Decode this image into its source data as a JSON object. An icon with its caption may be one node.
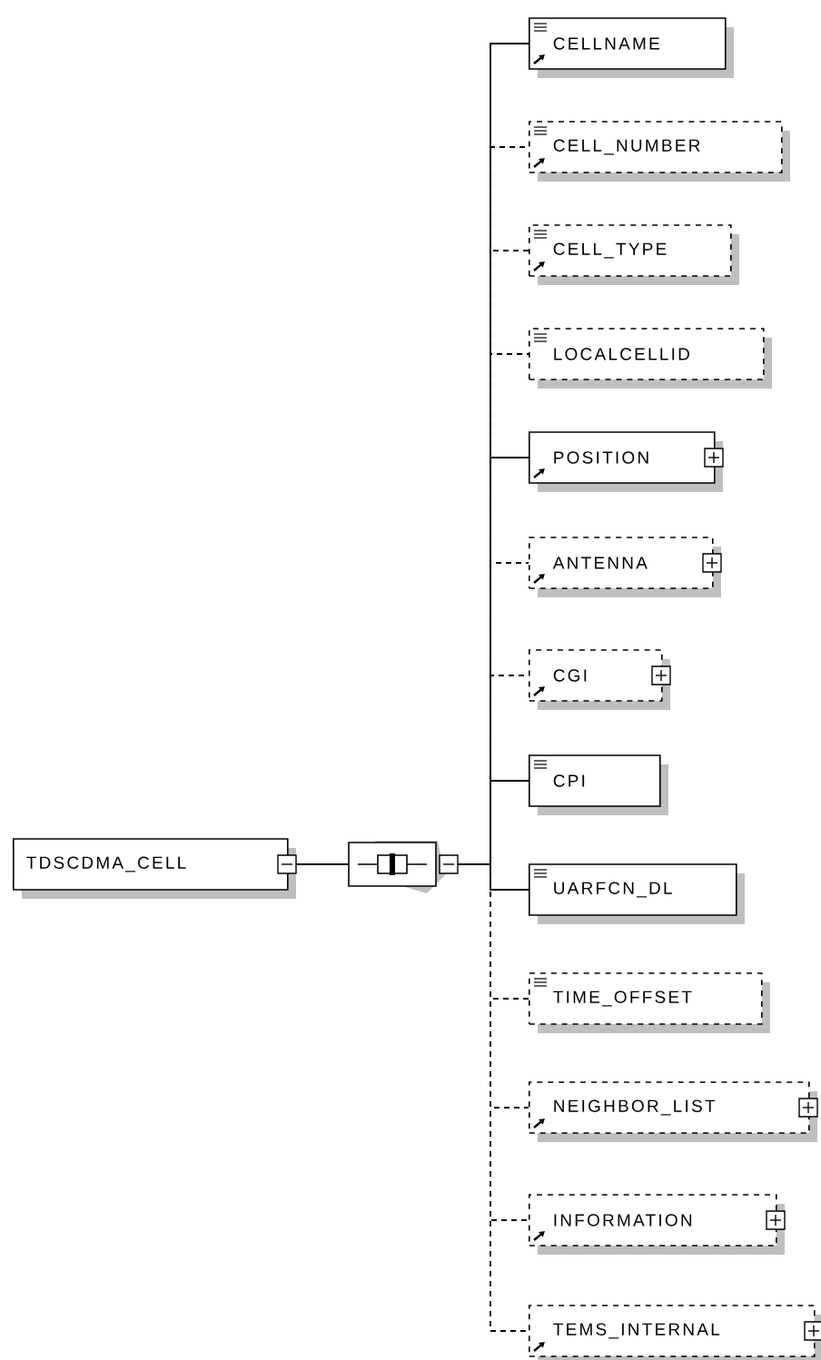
{
  "diagram": {
    "nodes": [
      {
        "text": [
          "TDSCDMA_CELL"
        ]
      },
      {
        "text": [],
        "shape": "octagon"
      },
      {
        "text": [
          "CELLNAME"
        ]
      },
      {
        "text": [
          "CELL_NUMBER"
        ]
      },
      {
        "text": [
          "CELL_TYPE"
        ]
      },
      {
        "text": [
          "LOCALCELLID"
        ]
      },
      {
        "text": [
          "POSITION"
        ]
      },
      {
        "text": [
          "ANTENNA"
        ]
      },
      {
        "text": [
          "CGI"
        ]
      },
      {
        "text": [
          "CPI"
        ]
      },
      {
        "text": [
          "UARFCN_DL"
        ]
      },
      {
        "text": [
          "TIME_OFFSET"
        ]
      },
      {
        "text": [
          "NEIGHBOR_LIST"
        ]
      },
      {
        "text": [
          "INFORMATION"
        ]
      },
      {
        "text": [
          "TEMS_INTERNAL"
        ]
      }
    ],
    "edges": [
      {
        "from": 0,
        "to": 1,
        "arrow": "none"
      },
      {
        "from": 1,
        "to": 2,
        "arrow": "none"
      },
      {
        "from": 1,
        "to": 3,
        "arrow": "none",
        "style": "dashed"
      },
      {
        "from": 1,
        "to": 4,
        "arrow": "none",
        "style": "dashed"
      },
      {
        "from": 1,
        "to": 5,
        "arrow": "none",
        "style": "dashed"
      },
      {
        "from": 1,
        "to": 6,
        "arrow": "none"
      },
      {
        "from": 1,
        "to": 7,
        "arrow": "none",
        "style": "dashed"
      },
      {
        "from": 1,
        "to": 8,
        "arrow": "none",
        "style": "dashed"
      },
      {
        "from": 1,
        "to": 9,
        "arrow": "none"
      },
      {
        "from": 1,
        "to": 10,
        "arrow": "none"
      },
      {
        "from": 1,
        "to": 11,
        "arrow": "none",
        "style": "dashed"
      },
      {
        "from": 1,
        "to": 12,
        "arrow": "none",
        "style": "dashed"
      },
      {
        "from": 1,
        "to": 13,
        "arrow": "none",
        "style": "dashed"
      },
      {
        "from": 1,
        "to": 14,
        "arrow": "none",
        "style": "dashed"
      }
    ]
  }
}
